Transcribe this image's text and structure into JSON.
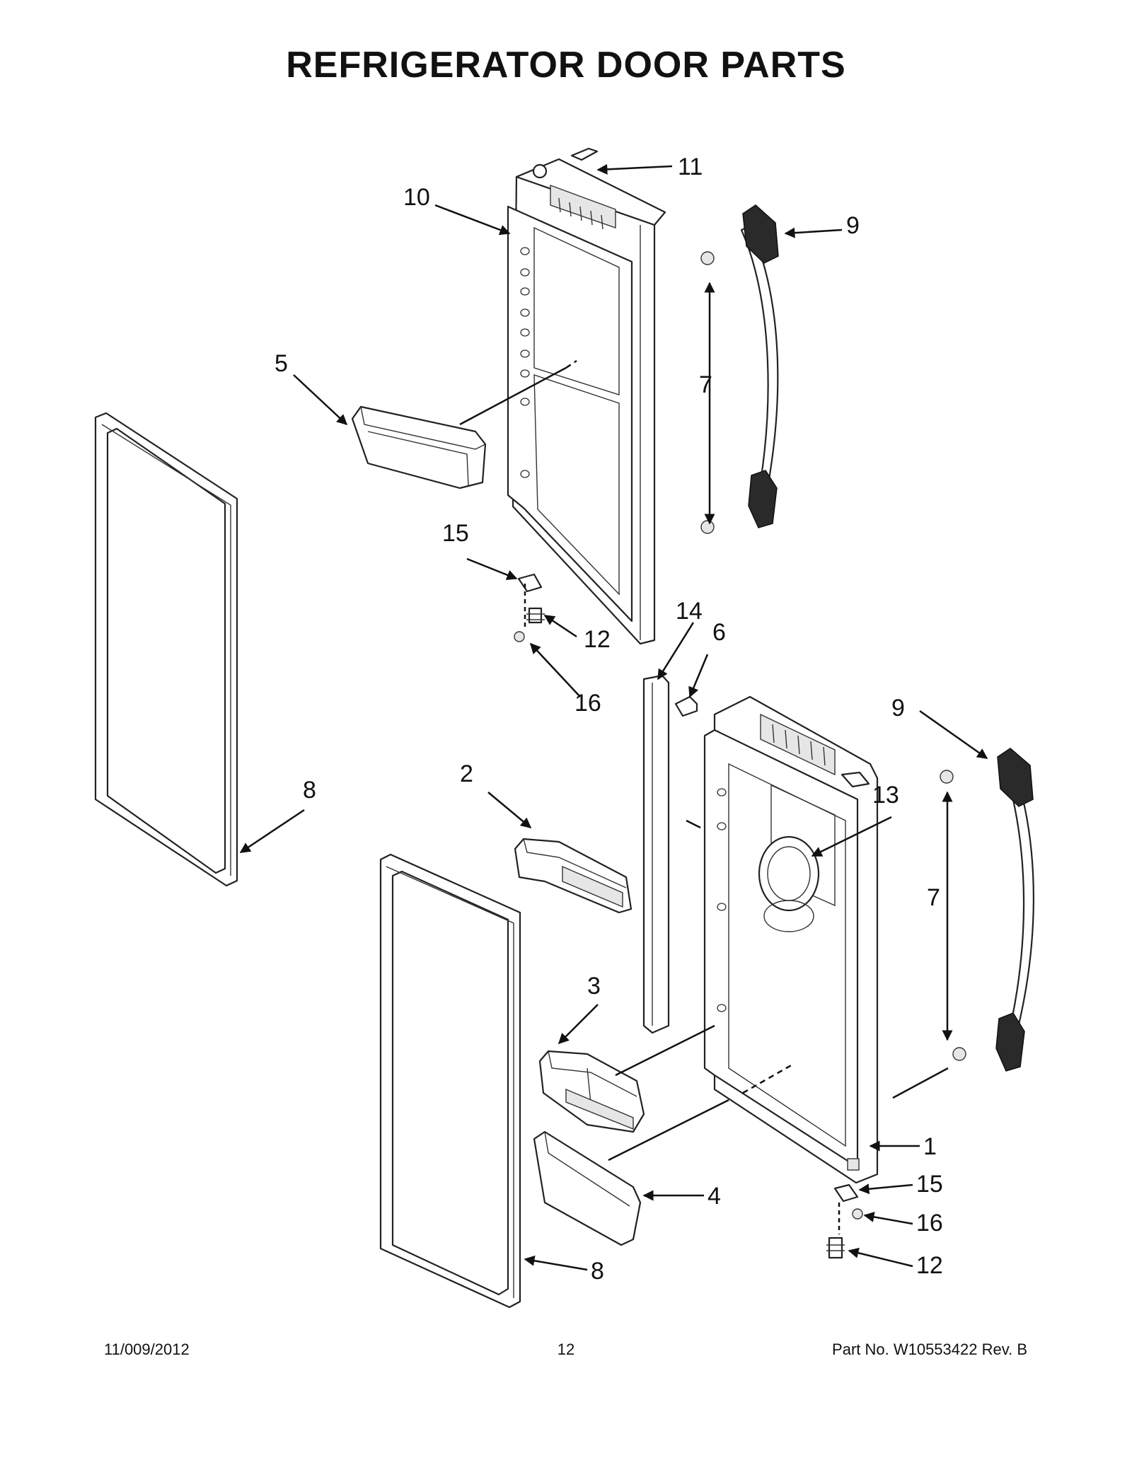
{
  "title": "REFRIGERATOR DOOR PARTS",
  "footer": {
    "date": "11/009/2012",
    "page": "12",
    "part_number": "Part No.  W10553422  Rev.  B"
  },
  "callouts": [
    "11",
    "10",
    "9",
    "5",
    "7",
    "15",
    "14",
    "6",
    "12",
    "16",
    "9",
    "2",
    "8",
    "13",
    "7",
    "3",
    "1",
    "4",
    "15",
    "16",
    "8",
    "12"
  ]
}
